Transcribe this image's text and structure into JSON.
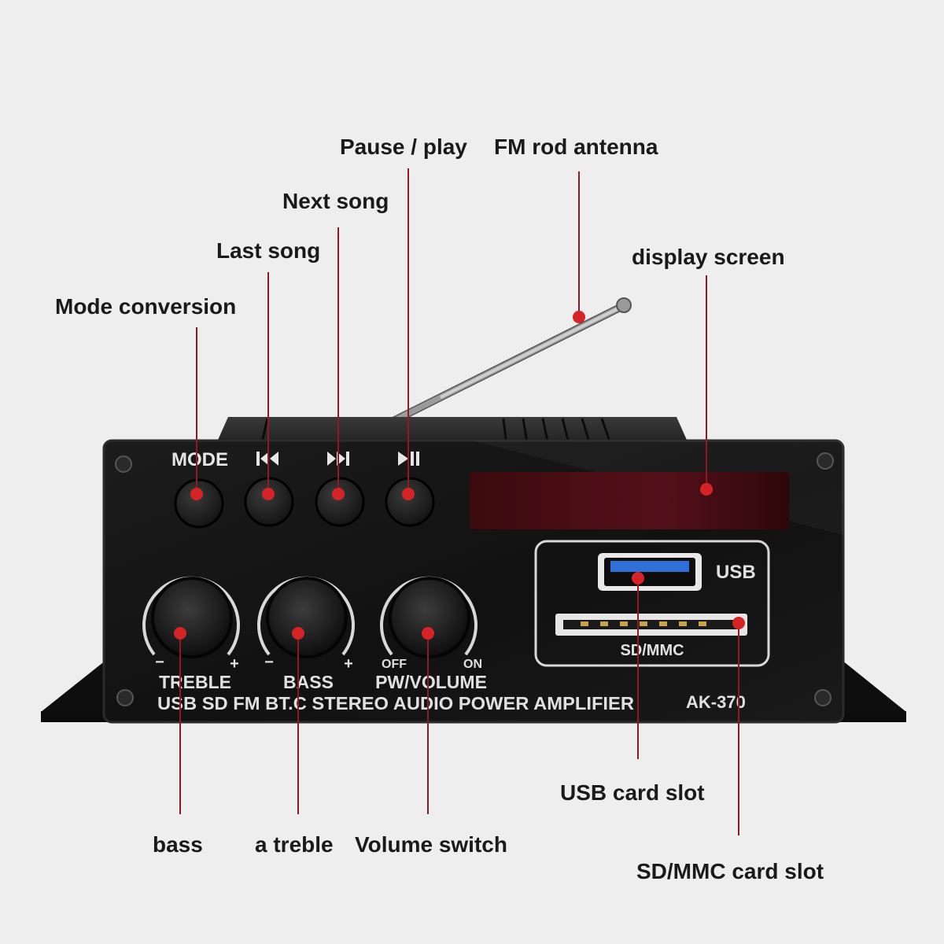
{
  "callouts": {
    "pause_play": "Pause / play",
    "fm_antenna": "FM rod antenna",
    "next_song": "Next song",
    "last_song": "Last song",
    "display_screen": "display screen",
    "mode_conversion": "Mode conversion",
    "usb_card_slot": "USB card slot",
    "bass": "bass",
    "a_treble": "a treble",
    "volume_switch": "Volume switch",
    "sd_mmc_card_slot": "SD/MMC card slot"
  },
  "panel": {
    "mode_label": "MODE",
    "treble_label": "TREBLE",
    "bass_label": "BASS",
    "volume_label": "PW/VOLUME",
    "off_label": "OFF",
    "on_label": "ON",
    "minus": "−",
    "plus": "+",
    "usb_label": "USB",
    "sd_label": "SD/MMC",
    "product_line": "USB SD FM BT.C STEREO AUDIO POWER AMPLIFIER",
    "model": "AK-370"
  },
  "colors": {
    "background": "#eeeeee",
    "chassis": "#141414",
    "accent_dot": "#d42426",
    "leader_line": "#8e1b1f",
    "display": "#4a0d10",
    "usb_blue": "#2f6fd8"
  },
  "icons": {
    "prev": "skip-previous-icon",
    "next": "skip-next-icon",
    "play_pause": "play-pause-icon"
  }
}
